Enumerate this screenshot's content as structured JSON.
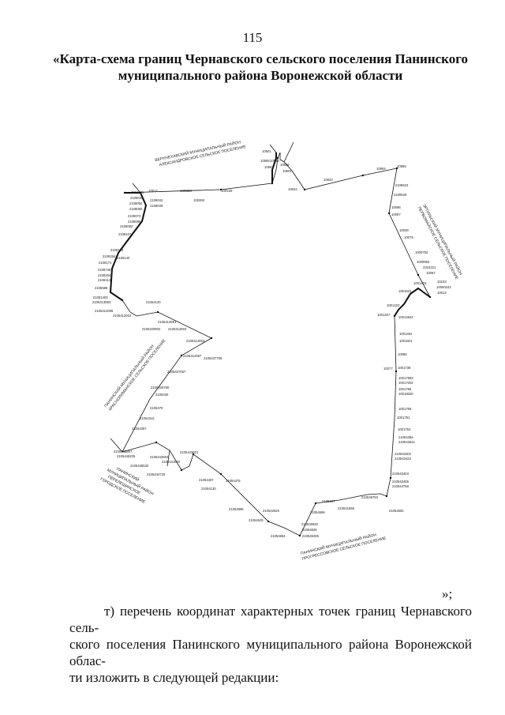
{
  "page": {
    "number": "115",
    "title_line1": "«Карта-схема границ Чернавского сельского поселения Панинского",
    "title_line2": "муниципального района Воронежской области"
  },
  "map": {
    "areas": {
      "top": [
        "ВЕРХНЕХАВСКИЙ МУНИЦИПАЛЬНЫЙ РАЙОН",
        "АЛЕКСАНДРОВСКОЕ СЕЛЬСКОЕ ПОСЕЛЕНИЕ"
      ],
      "right": [
        "ЭРТИЛЬСКИЙ МУНИЦИПАЛЬНЫЙ РАЙОН",
        "ПЕРВОМАЙСКОЕ СЕЛЬСКОЕ ПОСЕЛЕНИЕ"
      ],
      "left": [
        "ПАНИНСКИЙ МУНИЦИПАЛЬНЫЙ РАЙОН",
        "КРАСНОЛИМАНСКОЕ СЕЛЬСКОЕ ПОСЕЛЕНИЕ"
      ],
      "left_bottom": [
        "ПАНИНСКИЙ",
        "МУНИЦИПАЛЬНЫЙ РАЙОН",
        "ПЕРЕЛЕШИНСКОЕ",
        "ГОРОДСКОЕ ПОСЕЛЕНИЕ"
      ],
      "bottom": [
        "ПАНИНСКИЙ МУНИЦИПАЛЬНЫЙ РАЙОН",
        "ПРОГРЕССОВСКОЕ СЕЛЬСКОЕ ПОСЕЛЕНИЕ"
      ]
    },
    "points": {
      "p1": "10517",
      "p2": "1818001",
      "p3": "10ЛЗЗ8",
      "p4": "105393",
      "p5": "10Л228",
      "p6": "10568",
      "p7": "10585",
      "p8": "10501",
      "p9": "10583",
      "p10": "10586",
      "p11": "10601",
      "p12": "10632",
      "p13": "10923",
      "p14": "10954",
      "p15": "10965",
      "p16": "2108523",
      "p17": "2108529",
      "p18": "10096",
      "p19": "10097",
      "p20": "10038",
      "p21": "10079",
      "p22": "1000792",
      "p23": "1009983",
      "p24": "2315221",
      "p25": "10097",
      "p26": "1001403",
      "p27": "10153",
      "p28": "10060343",
      "p29": "10614",
      "p30": "1001623",
      "p31": "1001423",
      "p32": "1001407",
      "p33": "10014843",
      "p34": "1001452",
      "p35": "1001501",
      "p36": "10086",
      "p37": "10077",
      "p38": "1001738",
      "p39": "10017853",
      "p40": "10017004",
      "p41": "1001766",
      "p42": "10018020",
      "p43": "1001769",
      "p44": "1001781",
      "p45": "1001753",
      "p46": "2105436a",
      "p47": "210543641",
      "p48": "210543402",
      "p49": "210543422",
      "p50": "210543404",
      "p51": "210543465",
      "p52": "210544768",
      "p53": "21054692",
      "p54": "210549783",
      "p55": "210541896",
      "p56": "2105437",
      "p57": "21054669",
      "p58": "210546940",
      "p59": "21054626",
      "p60": "210546285",
      "p61": "21054664",
      "p62": "210542620",
      "p63": "21054625",
      "p64": "21054995",
      "p65": "21054130",
      "p66": "21054467",
      "p67": "21054475",
      "p68": "2105443601",
      "p69": "2105443602",
      "p70": "2105441802",
      "p71": "2105444720",
      "p72": "2105445205",
      "p73": "2105442867",
      "p74": "2105445532",
      "p75": "21054357",
      "p76": "21054312",
      "p77": "2105470",
      "p78": "2105430",
      "p79": "2105426780",
      "p80": "2105427067",
      "p81": "2105412087",
      "p82": "2105437708",
      "p83": "2105412804",
      "p84": "2105412803",
      "p85": "2105420802",
      "p86": "2105412881",
      "p87": "21054130",
      "p88": "2105412002",
      "p89": "2105412095",
      "p90": "2105413883",
      "p91": "21081403",
      "p92": "2108586",
      "p93": "2108413",
      "p94": "2108204",
      "p95": "2108748",
      "p96": "2108174",
      "p97": "2108254",
      "p98": "2108140",
      "p99": "2108124",
      "p100": "2108107",
      "p101": "2108082",
      "p102": "2108086",
      "p103": "2108073",
      "p104": "2108060",
      "p105": "2108050",
      "p106": "2108039",
      "p107": "2108042",
      "p108": "2108049"
    }
  },
  "closing": "»;",
  "paragraph": {
    "line1": "т) перечень координат характерных точек границ Чернавского сель-",
    "line2": "ского поселения Панинского муниципального района Воронежской облас-",
    "line3": "ти изложить в следующей редакции:"
  }
}
